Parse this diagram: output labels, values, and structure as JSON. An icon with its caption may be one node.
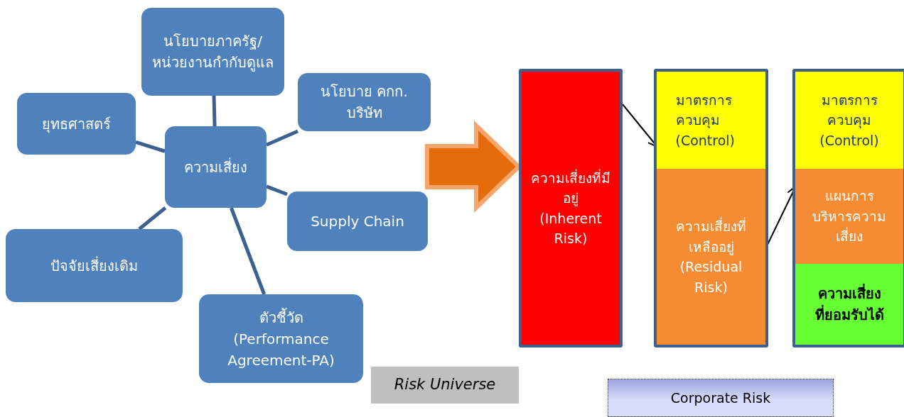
{
  "diagram": {
    "nodes": [
      {
        "text": [
          "ความเสี่ยง"
        ]
      },
      {
        "text": [
          "นโยบายภาครัฐ/หน่วยงานกำกับดูแล"
        ]
      },
      {
        "text": [
          "ยุทธศาสตร์"
        ]
      },
      {
        "text": [
          "นโยบาย คกก. บริษัท"
        ]
      },
      {
        "text": [
          "Supply Chain"
        ]
      },
      {
        "text": [
          "ปัจจัยเสี่ยงเดิม"
        ]
      },
      {
        "text": [
          "ตัวชี้วัด (Performance Agreement-PA)"
        ]
      },
      {
        "text": [
          "ความเสี่ยงที่มีอยู่ (Inherent Risk)"
        ]
      },
      {
        "text": [],
        "shape": "box"
      },
      {
        "text": [
          "มาตรการควบคุม (Control)"
        ],
        "in": 8
      },
      {
        "text": [
          "ความเสี่ยงที่เหลืออยู่ (Residual Risk)"
        ],
        "in": 8
      },
      {
        "text": [],
        "shape": "box"
      },
      {
        "text": [
          "มาตรการควบคุม (Control)"
        ],
        "in": 11
      },
      {
        "text": [
          "แผนการบริหารความเสี่ยง"
        ],
        "in": 11
      },
      {
        "text": [
          "ความเสี่ยงที่ยอมรับได้"
        ],
        "in": 11
      },
      {
        "text": [
          "Risk Universe"
        ]
      },
      {
        "text": [
          "Corporate Risk"
        ]
      }
    ],
    "edges": [
      {
        "from": 0,
        "to": 1,
        "arrow": "none"
      },
      {
        "from": 0,
        "to": 2,
        "arrow": "none"
      },
      {
        "from": 0,
        "to": 3,
        "arrow": "none"
      },
      {
        "from": 0,
        "to": 4,
        "arrow": "none"
      },
      {
        "from": 0,
        "to": 5,
        "arrow": "none"
      },
      {
        "from": 0,
        "to": 6,
        "arrow": "none"
      },
      {
        "from": null,
        "to": 7,
        "arrow": "to",
        "style": "thick",
        "color": "#e46c0a"
      },
      {
        "from": 7,
        "to": 9,
        "arrow": "to",
        "color": "#000000"
      },
      {
        "from": 10,
        "to": 13,
        "arrow": "to",
        "color": "#000000"
      }
    ]
  }
}
